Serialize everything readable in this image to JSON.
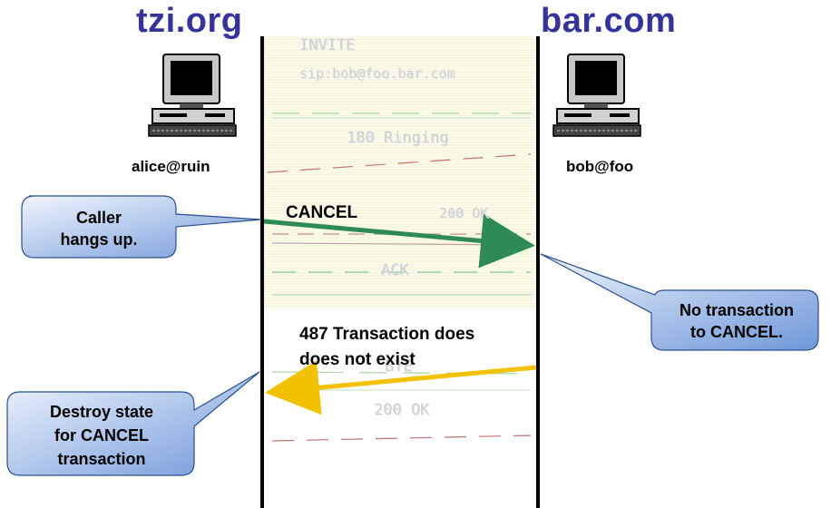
{
  "hosts": {
    "left": "tzi.org",
    "right": "bar.com"
  },
  "users": {
    "left": "alice@ruin",
    "right": "bob@foo"
  },
  "messages": {
    "cancel": "CANCEL",
    "transaction_line1": "487 Transaction does",
    "transaction_line2": "does not exist"
  },
  "faded_messages": {
    "invite_line1": "INVITE",
    "invite_line2": "sip:bob@foo.bar.com",
    "ringing": "180 Ringing",
    "ok_cancel": "200 OK",
    "ack": "ACK",
    "bye": "BYE",
    "ok_bye": "200 OK"
  },
  "callouts": {
    "caller": [
      "Caller",
      "hangs up."
    ],
    "no_transaction": [
      "No transaction",
      "to CANCEL."
    ],
    "destroy": [
      "Destroy state",
      "for CANCEL",
      "transaction"
    ]
  },
  "colors": {
    "host_text": "#33339a",
    "cancel_arrow": "#2e8b57",
    "response_arrow": "#f2c200",
    "callout_fill": "#7fa6e0",
    "callout_light": "#e7eefb"
  },
  "icons": [
    "computer-icon-left",
    "computer-icon-right"
  ]
}
